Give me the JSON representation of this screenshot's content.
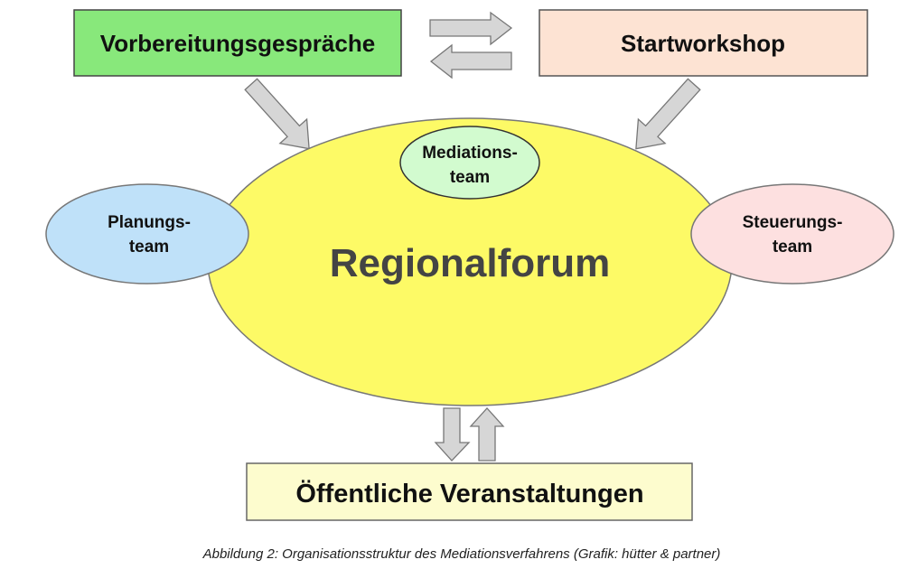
{
  "diagram": {
    "nodes": {
      "vorbereitung": {
        "label": "Vorbereitungsgespräche",
        "color": "#88e87b"
      },
      "startworkshop": {
        "label": "Startworkshop",
        "color": "#fde3d3"
      },
      "regionalforum": {
        "label": "Regionalforum",
        "color": "#fdfa66"
      },
      "mediationsteam": {
        "line1": "Mediations-",
        "line2": "team",
        "color": "#d2fbcf"
      },
      "planungsteam": {
        "line1": "Planungs-",
        "line2": "team",
        "color": "#bfe1f9"
      },
      "steuerungsteam": {
        "line1": "Steuerungs-",
        "line2": "team",
        "color": "#fde0e0"
      },
      "veranstaltungen": {
        "label": "Öffentliche Veranstaltungen",
        "color": "#fdfcce"
      }
    },
    "edges": [
      {
        "from": "vorbereitung",
        "to": "startworkshop"
      },
      {
        "from": "startworkshop",
        "to": "vorbereitung"
      },
      {
        "from": "vorbereitung",
        "to": "regionalforum"
      },
      {
        "from": "startworkshop",
        "to": "regionalforum"
      },
      {
        "from": "regionalforum",
        "to": "veranstaltungen"
      },
      {
        "from": "veranstaltungen",
        "to": "regionalforum"
      }
    ]
  },
  "caption": "Abbildung 2: Organisationsstruktur des Mediationsverfahrens (Grafik: hütter & partner)"
}
